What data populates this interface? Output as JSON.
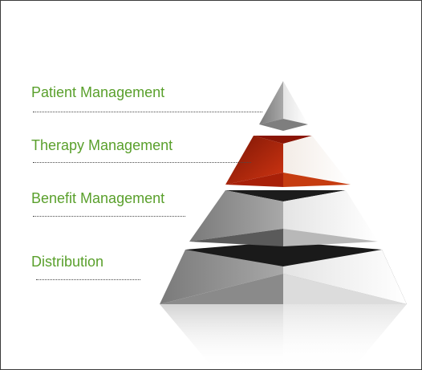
{
  "labels": {
    "tier1": "Patient Management",
    "tier2": "Therapy Management",
    "tier3": "Benefit Management",
    "tier4": "Distribution"
  },
  "colors": {
    "label": "#5aa02c",
    "highlight": "#c0280f",
    "gray": "#9a9a9a"
  }
}
